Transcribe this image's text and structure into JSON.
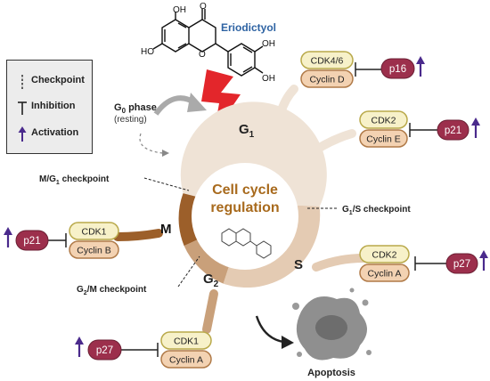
{
  "compound": {
    "name": "Eriodictyol",
    "substituent_labels": {
      "oh": "OH",
      "o": "O",
      "ho": "HO"
    }
  },
  "legend": {
    "items": [
      {
        "symbol": "dashed-line",
        "label": "Checkpoint"
      },
      {
        "symbol": "inhibition-bar",
        "label": "Inhibition"
      },
      {
        "symbol": "up-arrow",
        "label": "Activation"
      }
    ]
  },
  "center": {
    "line1": "Cell cycle",
    "line2": "regulation"
  },
  "phases": {
    "g1": {
      "main": "G",
      "sub": "1"
    },
    "s": "S",
    "g2": {
      "main": "G",
      "sub": "2"
    },
    "m": "M",
    "g0": {
      "main": "G",
      "sub": "0",
      "rest": " phase",
      "note": "(resting)"
    }
  },
  "checkpoints": {
    "mg1": {
      "main": "M/G",
      "sub": "1",
      "rest": " checkpoint"
    },
    "g1s": {
      "main": "G",
      "sub": "1",
      "rest": "/S checkpoint"
    },
    "g2m": {
      "main": "G",
      "sub": "2",
      "rest": "/M checkpoint"
    }
  },
  "complexes": [
    {
      "id": "g1-cdk46",
      "cdk": "CDK4/6",
      "cyclin": "Cyclin D",
      "regulator": "p16",
      "regulator_arrow": "right"
    },
    {
      "id": "g1-cdk2",
      "cdk": "CDK2",
      "cyclin": "Cyclin E",
      "regulator": "p21",
      "regulator_arrow": "right"
    },
    {
      "id": "s-cdk2",
      "cdk": "CDK2",
      "cyclin": "Cyclin A",
      "regulator": "p27",
      "regulator_arrow": "right"
    },
    {
      "id": "m-cdk1",
      "cdk": "CDK1",
      "cyclin": "Cyclin B",
      "regulator": "p21",
      "regulator_arrow": "left"
    },
    {
      "id": "g2-cdk1",
      "cdk": "CDK1",
      "cyclin": "Cyclin A",
      "regulator": "p27",
      "regulator_arrow": "left"
    }
  ],
  "outcome": {
    "label": "Apoptosis"
  },
  "colors": {
    "g1": "#efe3d6",
    "s": "#e4cbb3",
    "g2": "#c9a07a",
    "m": "#9c5f2a",
    "cdk_fill": "#f7f1c9",
    "cdk_stroke": "#b9a94a",
    "cyclin_fill": "#f3d2b2",
    "cyclin_stroke": "#b07a48",
    "regulator_fill": "#9c2f4c",
    "arrow": "#4a2a8c",
    "lightning": "#e3262b",
    "center_text": "#a86a1d",
    "compound_label": "#2e63a3"
  }
}
